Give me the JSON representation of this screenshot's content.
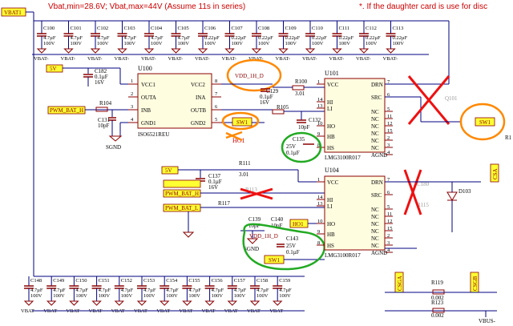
{
  "header": {
    "note_left": "Vbat,min=28.6V; Vbat,max=44V (Assume 11s in series)",
    "note_right": "*. If the daughter card is use for disc"
  },
  "nets": {
    "vbat1": "VBAT1",
    "vbat_minus": "VBAT-",
    "v5": "5V",
    "sgnd": "SGND",
    "pwm_h": "PWM_BAT_H",
    "pwm_l": "PWM_BAT_L",
    "vdd_1h_d": "VDD_1H_D",
    "sw1": "SW1",
    "ho1": "HO1",
    "crossed": "HO1",
    "csa": "CSA",
    "csga": "CSGA",
    "csgb": "CSGB",
    "vbus": "VBUS-"
  },
  "top_caps": [
    {
      "ref": "C100",
      "value": "4.7µF",
      "voltage": "100V"
    },
    {
      "ref": "C101",
      "value": "4.7µF",
      "voltage": "100V"
    },
    {
      "ref": "C102",
      "value": "4.7µF",
      "voltage": "100V"
    },
    {
      "ref": "C103",
      "value": "4.7µF",
      "voltage": "100V"
    },
    {
      "ref": "C104",
      "value": "4.7µF",
      "voltage": "100V"
    },
    {
      "ref": "C105",
      "value": "4.7µF",
      "voltage": "100V"
    },
    {
      "ref": "C106",
      "value": "0.22µF",
      "voltage": "100V"
    },
    {
      "ref": "C107",
      "value": "0.22µF",
      "voltage": "100V"
    },
    {
      "ref": "C108",
      "value": "0.22µF",
      "voltage": "100V"
    },
    {
      "ref": "C109",
      "value": "0.22µF",
      "voltage": "100V"
    },
    {
      "ref": "C110",
      "value": "0.22µF",
      "voltage": "100V"
    },
    {
      "ref": "C111",
      "value": "0.22µF",
      "voltage": "100V"
    },
    {
      "ref": "C112",
      "value": "0.22µF",
      "voltage": "100V"
    },
    {
      "ref": "C113",
      "value": "0.22µF",
      "voltage": "100V"
    }
  ],
  "bottom_caps": [
    {
      "ref": "C148",
      "value": "4.7µF",
      "voltage": "100V"
    },
    {
      "ref": "C149",
      "value": "4.7µF",
      "voltage": "100V"
    },
    {
      "ref": "C150",
      "value": "4.7µF",
      "voltage": "100V"
    },
    {
      "ref": "C151",
      "value": "4.7µF",
      "voltage": "100V"
    },
    {
      "ref": "C152",
      "value": "4.7µF",
      "voltage": "100V"
    },
    {
      "ref": "C153",
      "value": "4.7µF",
      "voltage": "100V"
    },
    {
      "ref": "C154",
      "value": "4.7µF",
      "voltage": "100V"
    },
    {
      "ref": "C155",
      "value": "4.7µF",
      "voltage": "100V"
    },
    {
      "ref": "C156",
      "value": "4.7µF",
      "voltage": "100V"
    },
    {
      "ref": "C157",
      "value": "4.7µF",
      "voltage": "100V"
    },
    {
      "ref": "C158",
      "value": "4.7µF",
      "voltage": "100V"
    },
    {
      "ref": "C159",
      "value": "4.7µF",
      "voltage": "100V"
    }
  ],
  "u100": {
    "refdes": "U100",
    "part": "ISO6521REU",
    "left": [
      "VCC1",
      "OUTA",
      "INB",
      "GND1"
    ],
    "right": [
      "VCC2",
      "INA",
      "OUTB",
      "GND2"
    ],
    "nums": [
      "1",
      "2",
      "3",
      "4",
      "8",
      "7",
      "6",
      "5"
    ]
  },
  "u101": {
    "refdes": "U101",
    "part": "LMG3100R017",
    "left": [
      "VCC",
      "HI",
      "LI",
      "HO",
      "HB",
      "HS"
    ],
    "left_nums": [
      "1",
      "14",
      "13",
      "10",
      "9",
      "8"
    ],
    "right": [
      "DRN",
      "SRC",
      "NC",
      "NC",
      "NC",
      "NC",
      "NC",
      "NC",
      "AGND"
    ],
    "right_nums": [
      "7",
      "6",
      "5",
      "11",
      "12",
      "15",
      "2",
      "3",
      "4"
    ]
  },
  "u104": {
    "refdes": "U104",
    "part": "LMG3100R017",
    "left": [
      "VCC",
      "HI",
      "LI",
      "HO",
      "HB",
      "HS"
    ],
    "left_nums": [
      "1",
      "14",
      "13",
      "10",
      "9",
      "8"
    ],
    "right": [
      "DRN",
      "SRC",
      "NC",
      "NC",
      "NC",
      "NC",
      "NC",
      "NC",
      "AGND"
    ],
    "right_nums": [
      "7",
      "6",
      "5",
      "11",
      "12",
      "15",
      "2",
      "3",
      "4"
    ]
  },
  "parts": {
    "c182": [
      "C182",
      "0.1µF",
      "16V"
    ],
    "r104": "R104",
    "c131": [
      "C131",
      "10pF"
    ],
    "c129": [
      "C129",
      "0.1µF",
      "16V"
    ],
    "r100": [
      "R100",
      "3.01"
    ],
    "r105": "R105",
    "c132": [
      "C132",
      "10pF"
    ],
    "c135": [
      "C135",
      "25V",
      "0.1µF"
    ],
    "q101": "Q101",
    "r_edge": "R1",
    "c137": [
      "C137",
      "0.1µF",
      "16V"
    ],
    "r111": [
      "R111",
      "3.01"
    ],
    "r113": "R113",
    "r117": "R117",
    "c139": [
      "C139",
      "10pF"
    ],
    "c140": [
      "C140",
      "10pF"
    ],
    "c143": [
      "C143",
      "25V",
      "0.1µF"
    ],
    "c180": "C180",
    "r115": "R115",
    "d103": "D103",
    "r119": [
      "R119",
      "0.002"
    ],
    "r123": [
      "R123",
      "0.002"
    ]
  }
}
